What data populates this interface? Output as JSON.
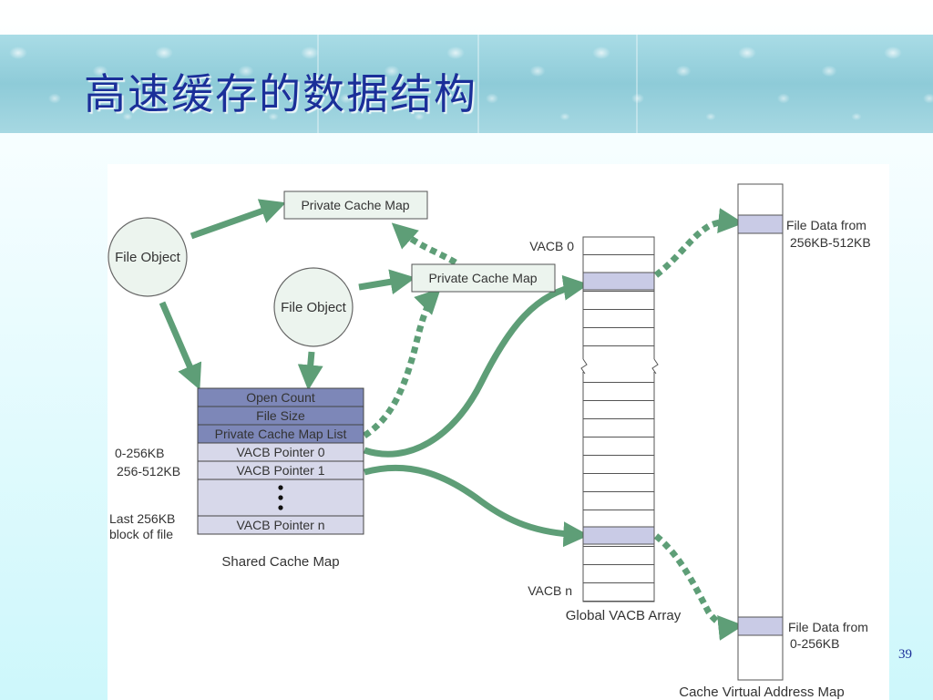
{
  "slide": {
    "title": "高速缓存的数据结构",
    "page_number": "39"
  },
  "diagram": {
    "file_object_1": "File Object",
    "file_object_2": "File Object",
    "private_cache_map_1": "Private Cache Map",
    "private_cache_map_2": "Private Cache Map",
    "shared_cache_map": {
      "fields": [
        "Open Count",
        "File Size",
        "Private Cache Map List",
        "VACB Pointer 0",
        "VACB Pointer 1",
        "VACB Pointer n"
      ],
      "caption": "Shared Cache Map",
      "side_label_0": "0-256KB",
      "side_label_1": "256-512KB",
      "side_label_last_1": "Last 256KB",
      "side_label_last_2": "block of file"
    },
    "vacb_array": {
      "label_top": "VACB 0",
      "label_bottom": "VACB n",
      "caption": "Global VACB Array"
    },
    "address_map": {
      "label_upper_1": "File Data from",
      "label_upper_2": "256KB-512KB",
      "label_lower_1": "File Data from",
      "label_lower_2": "0-256KB",
      "caption": "Cache Virtual Address Map"
    },
    "colors": {
      "arrow_green": "#5e9e77",
      "header_field": "#7d87b8",
      "pointer_field": "#d7d8ea",
      "highlight_slot": "#c9cbe6",
      "node_fill": "#ecf4ee"
    }
  }
}
